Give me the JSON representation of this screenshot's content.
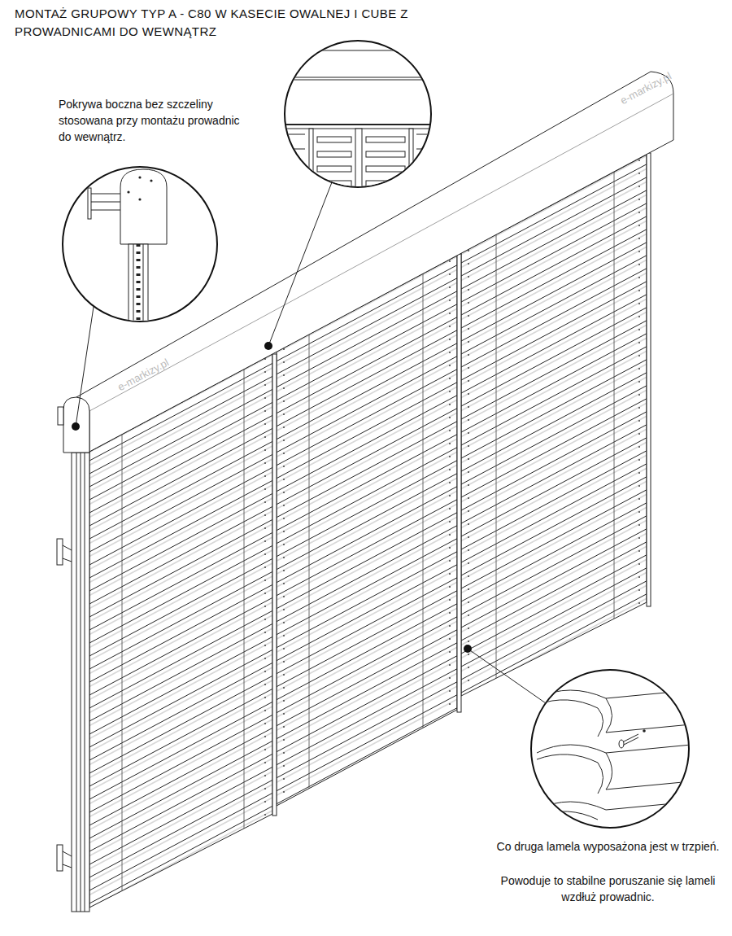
{
  "diagram": {
    "title": "MONTAŻ GRUPOWY TYP A - C80 W KASECIE OWALNEJ I CUBE Z PROWADNICAMI DO WEWNĄTRZ",
    "labels": [
      "Pokrywa boczna bez szczeliny stosowana przy montażu prowadnic do wewnątrz.",
      "Co druga lamela wyposażona jest w trzpień.",
      "Powoduje to stabilne poruszanie się lameli wzdłuż prowadnic.",
      "e-markizy.pl",
      "e-markizy.pl"
    ]
  }
}
